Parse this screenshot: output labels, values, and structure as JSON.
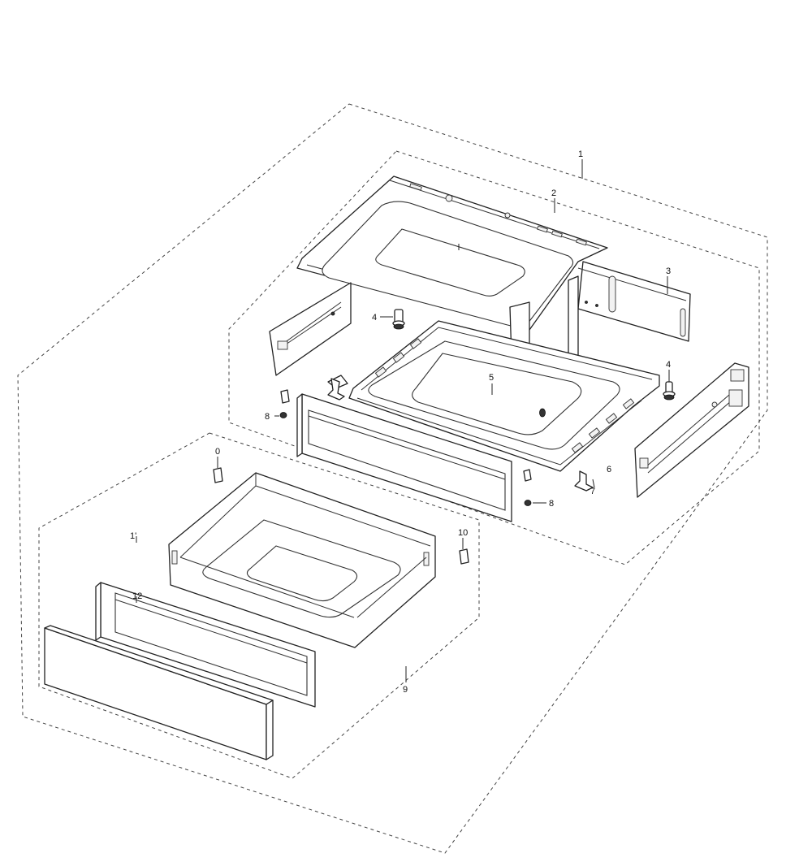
{
  "callouts": {
    "c1": "1",
    "c2": "2",
    "c3": "3",
    "c4a": "4",
    "c4b": "4",
    "c5": "5",
    "c6": "6",
    "c7": "7",
    "c8a": "8",
    "c8b": "8",
    "c9": "9",
    "c10a": "0",
    "c10b": "10",
    "c11": "1'",
    "c12": "12"
  }
}
